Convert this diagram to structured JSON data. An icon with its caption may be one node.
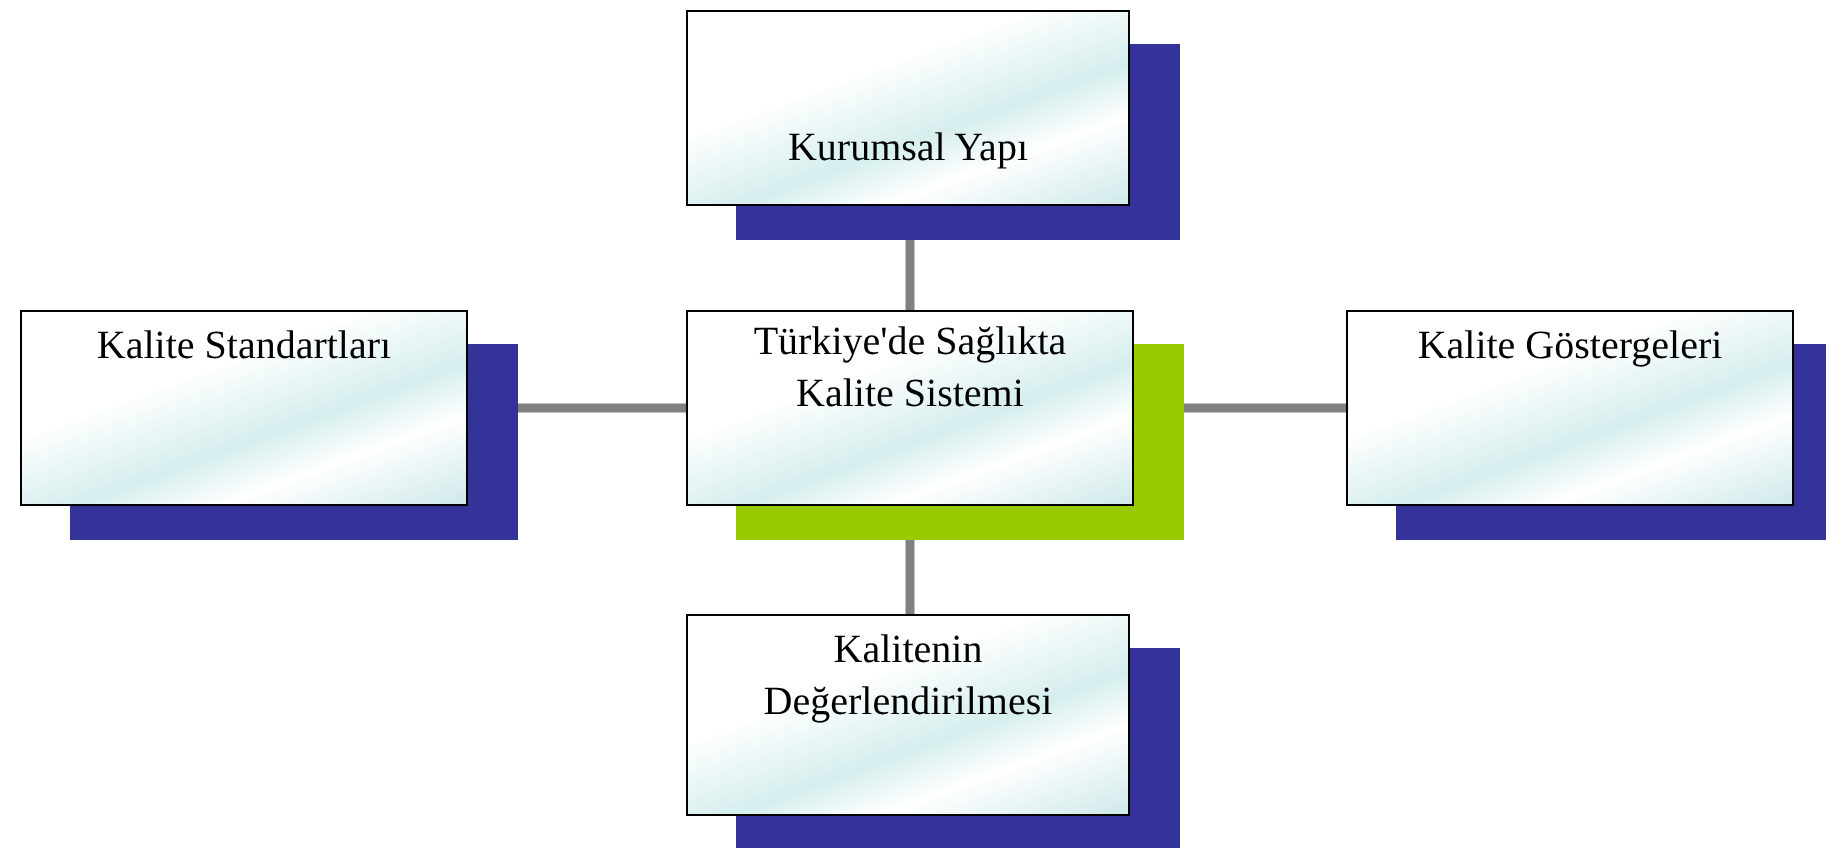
{
  "diagram": {
    "nodes": [
      {
        "text": [
          "Kurumsal Yapı"
        ]
      },
      {
        "text": [
          "Kalite Standartları"
        ]
      },
      {
        "text": [
          "Türkiye'de Sağlıkta Kalite Sistemi"
        ]
      },
      {
        "text": [
          "Kalite Göstergeleri"
        ]
      },
      {
        "text": [
          "Kalitenin Değerlendirilmesi"
        ]
      }
    ],
    "edges": [
      {
        "from": 2,
        "to": 0,
        "arrow": "none"
      },
      {
        "from": 2,
        "to": 1,
        "arrow": "none"
      },
      {
        "from": 2,
        "to": 3,
        "arrow": "none"
      },
      {
        "from": 2,
        "to": 4,
        "arrow": "none"
      }
    ]
  }
}
